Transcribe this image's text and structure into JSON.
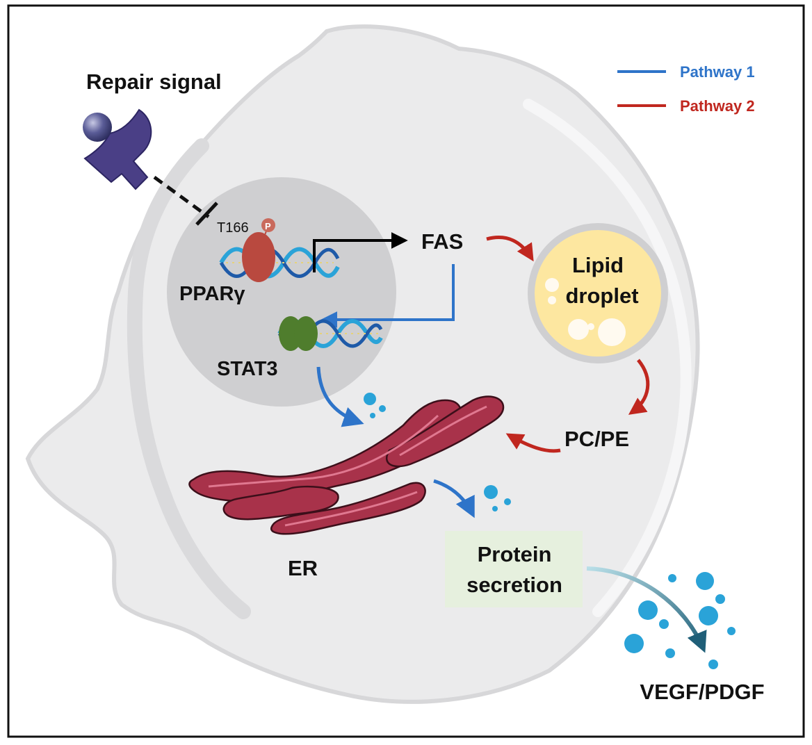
{
  "labels": {
    "repair_signal": "Repair signal",
    "t166": "T166",
    "phospho": "P",
    "ppar": "PPARγ",
    "stat3": "STAT3",
    "fas": "FAS",
    "lipid_line1": "Lipid",
    "lipid_line2": "droplet",
    "pcpe": "PC/PE",
    "er": "ER",
    "protein_line1": "Protein",
    "protein_line2": "secretion",
    "vegf": "VEGF/PDGF"
  },
  "legend": [
    {
      "label": "Pathway 1",
      "color": "#2e74c9"
    },
    {
      "label": "Pathway 2",
      "color": "#c0271f"
    }
  ],
  "colors": {
    "pathway1": "#2e74c9",
    "pathway2": "#c0271f",
    "cell": "#ebebec",
    "nucleus": "#cfcfd1",
    "lipid": "#fde7a0",
    "er": "#a8324a",
    "stat3": "#4f7d2d",
    "ppar": "#b9493f",
    "receptor": "#4a3f86",
    "protein_box": "#e6f0de",
    "secreted": "#2aa3d8"
  }
}
